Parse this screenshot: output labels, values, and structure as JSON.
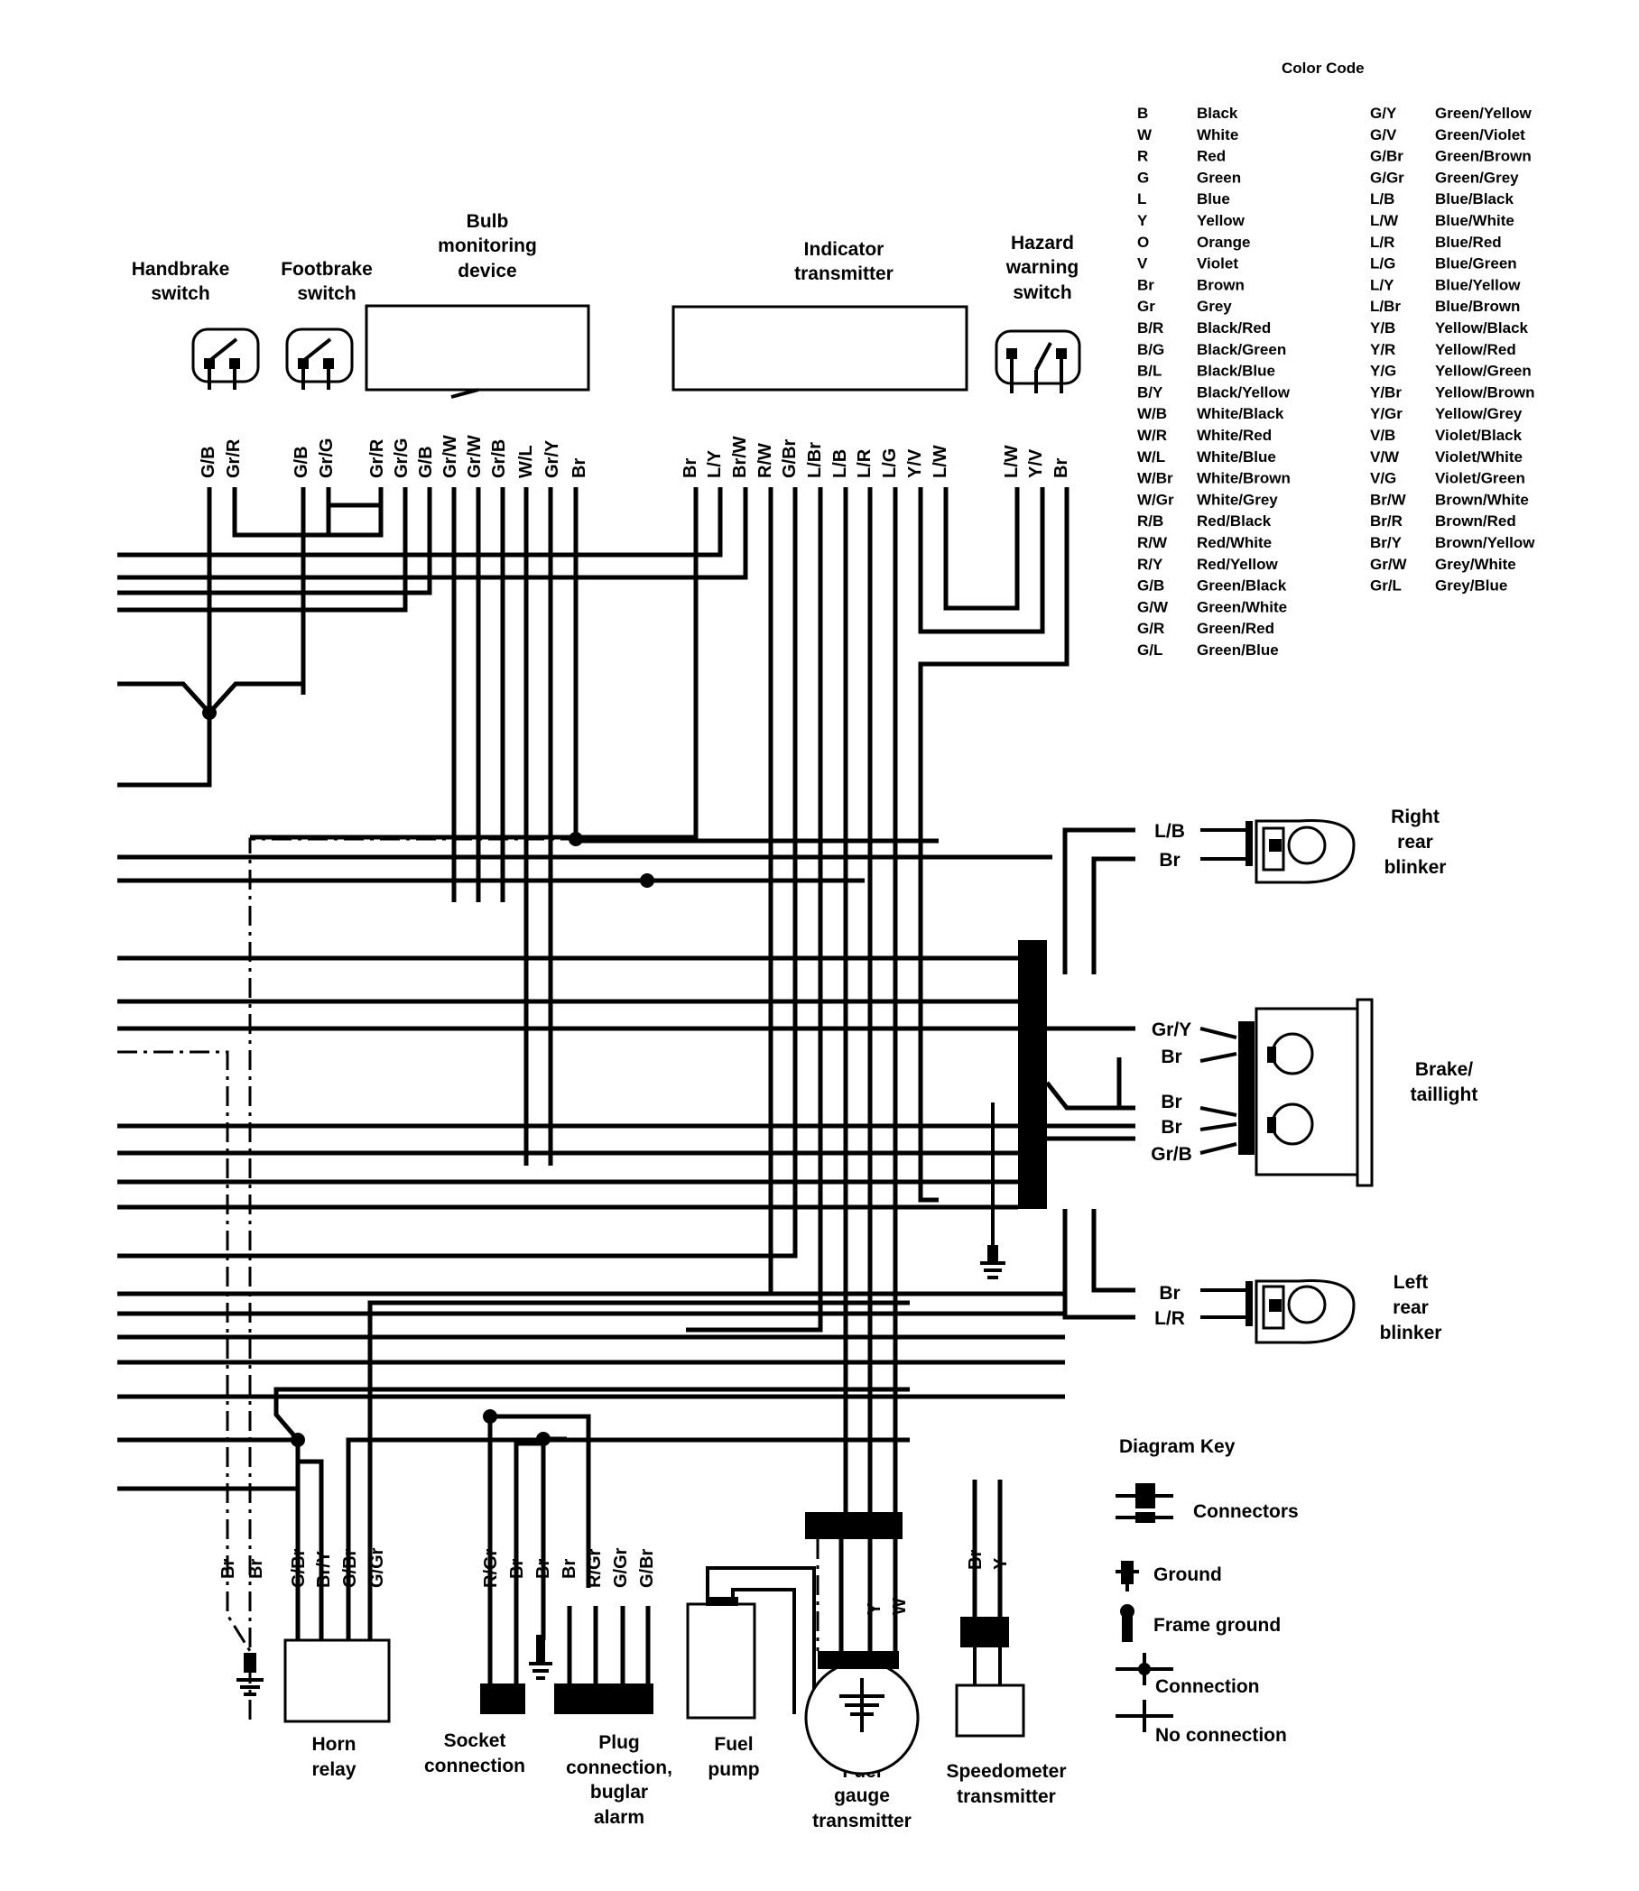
{
  "color_code": {
    "title": "Color Code",
    "col1": [
      [
        "B",
        "Black"
      ],
      [
        "W",
        "White"
      ],
      [
        "R",
        "Red"
      ],
      [
        "G",
        "Green"
      ],
      [
        "L",
        "Blue"
      ],
      [
        "Y",
        "Yellow"
      ],
      [
        "O",
        "Orange"
      ],
      [
        "V",
        "Violet"
      ],
      [
        "Br",
        "Brown"
      ],
      [
        "Gr",
        "Grey"
      ],
      [
        "B/R",
        "Black/Red"
      ],
      [
        "B/G",
        "Black/Green"
      ],
      [
        "B/L",
        "Black/Blue"
      ],
      [
        "B/Y",
        "Black/Yellow"
      ],
      [
        "W/B",
        "White/Black"
      ],
      [
        "W/R",
        "White/Red"
      ],
      [
        "W/L",
        "White/Blue"
      ],
      [
        "W/Br",
        "White/Brown"
      ],
      [
        "W/Gr",
        "White/Grey"
      ],
      [
        "R/B",
        "Red/Black"
      ],
      [
        "R/W",
        "Red/White"
      ],
      [
        "R/Y",
        "Red/Yellow"
      ],
      [
        "G/B",
        "Green/Black"
      ],
      [
        "G/W",
        "Green/White"
      ],
      [
        "G/R",
        "Green/Red"
      ],
      [
        "G/L",
        "Green/Blue"
      ]
    ],
    "col2": [
      [
        "G/Y",
        "Green/Yellow"
      ],
      [
        "G/V",
        "Green/Violet"
      ],
      [
        "G/Br",
        "Green/Brown"
      ],
      [
        "G/Gr",
        "Green/Grey"
      ],
      [
        "L/B",
        "Blue/Black"
      ],
      [
        "L/W",
        "Blue/White"
      ],
      [
        "L/R",
        "Blue/Red"
      ],
      [
        "L/G",
        "Blue/Green"
      ],
      [
        "L/Y",
        "Blue/Yellow"
      ],
      [
        "L/Br",
        "Blue/Brown"
      ],
      [
        "Y/B",
        "Yellow/Black"
      ],
      [
        "Y/R",
        "Yellow/Red"
      ],
      [
        "Y/G",
        "Yellow/Green"
      ],
      [
        "Y/Br",
        "Yellow/Brown"
      ],
      [
        "Y/Gr",
        "Yellow/Grey"
      ],
      [
        "V/B",
        "Violet/Black"
      ],
      [
        "V/W",
        "Violet/White"
      ],
      [
        "V/G",
        "Violet/Green"
      ],
      [
        "Br/W",
        "Brown/White"
      ],
      [
        "Br/R",
        "Brown/Red"
      ],
      [
        "Br/Y",
        "Brown/Yellow"
      ],
      [
        "Gr/W",
        "Grey/White"
      ],
      [
        "Gr/L",
        "Grey/Blue"
      ]
    ]
  },
  "components": {
    "handbrake": [
      "Handbrake",
      "switch"
    ],
    "footbrake": [
      "Footbrake",
      "switch"
    ],
    "bulb_monitor": [
      "Bulb",
      "monitoring",
      "device"
    ],
    "indicator": [
      "Indicator",
      "transmitter"
    ],
    "hazard": [
      "Hazard",
      "warning",
      "switch"
    ],
    "right_blinker": [
      "Right",
      "rear",
      "blinker"
    ],
    "brake_light": [
      "Brake/",
      "taillight"
    ],
    "left_blinker": [
      "Left",
      "rear",
      "blinker"
    ],
    "horn_relay": [
      "Horn",
      "relay"
    ],
    "socket": [
      "Socket",
      "connection"
    ],
    "plug": [
      "Plug",
      "connection,",
      "buglar",
      "alarm"
    ],
    "fuel_pump": [
      "Fuel",
      "pump"
    ],
    "fuel_gauge": [
      "Fuel",
      "gauge",
      "transmitter"
    ],
    "speedometer": [
      "Speedometer",
      "transmitter"
    ]
  },
  "wire_labels": {
    "handbrake": [
      "G/B",
      "Gr/R"
    ],
    "footbrake": [
      "G/B",
      "Gr/G"
    ],
    "bulb_monitor": [
      "Gr/R",
      "Gr/G",
      "G/B",
      "Gr/W",
      "Gr/W",
      "Gr/B",
      "W/L",
      "Gr/Y",
      "Br"
    ],
    "indicator": [
      "Br",
      "L/Y",
      "Br/W",
      "R/W",
      "G/Br",
      "L/Br",
      "L/B",
      "L/R",
      "L/G",
      "Y/V",
      "L/W"
    ],
    "hazard": [
      "L/W",
      "Y/V",
      "Br"
    ],
    "right_blinker": [
      "L/B",
      "Br"
    ],
    "brake_light": [
      "Gr/Y",
      "Br",
      "Br",
      "Br",
      "Gr/B"
    ],
    "left_blinker": [
      "Br",
      "L/R"
    ],
    "bottom_left": [
      "Br",
      "Br",
      "G/Br",
      "Br/Y",
      "G/Br",
      "G/Gr"
    ],
    "bottom_mid": [
      "R/Gr",
      "Br",
      "Br",
      "Br",
      "R/Gr",
      "G/Gr",
      "G/Br"
    ],
    "fuel_gauge": [
      "Y",
      "W"
    ],
    "speedometer": [
      "Br",
      "Y"
    ]
  },
  "diagram_key": {
    "title": "Diagram Key",
    "items": [
      "Connectors",
      "Ground",
      "Frame ground",
      "Connection",
      "No connection"
    ]
  }
}
